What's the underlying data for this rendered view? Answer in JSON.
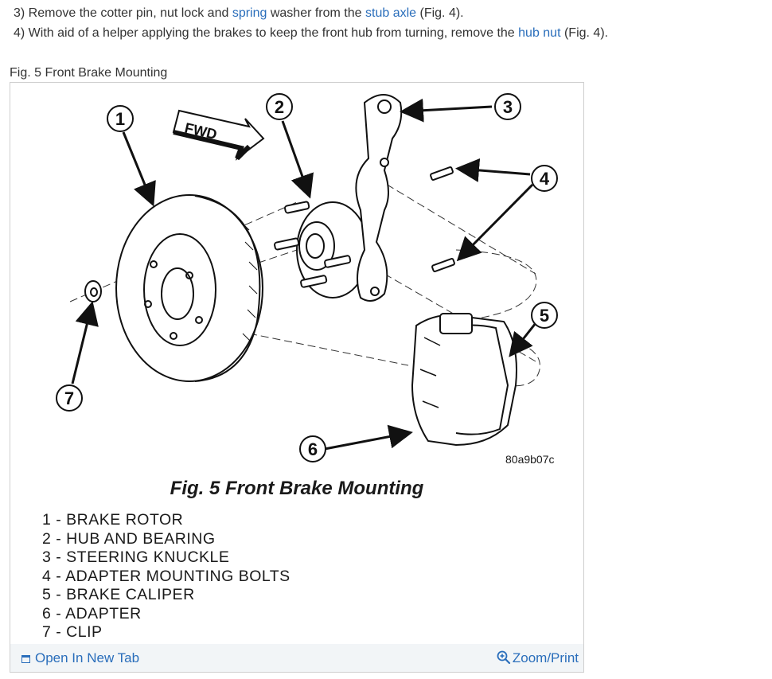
{
  "steps": {
    "step3": {
      "pre": "3) Remove the cotter pin, nut lock and ",
      "link1": "spring",
      "mid": " washer from the ",
      "link2": "stub axle",
      "post": " (Fig. 4)."
    },
    "step4": {
      "pre": "4) With aid of a helper applying the brakes to keep the front hub from turning, remove the ",
      "link1": "hub nut",
      "post": " (Fig. 4)."
    }
  },
  "figure": {
    "caption": "Fig. 5 Front Brake Mounting",
    "title": "Fig. 5 Front Brake Mounting",
    "code": "80a9b07c",
    "fwd_label": "FWD",
    "callouts": [
      "1",
      "2",
      "3",
      "4",
      "5",
      "6",
      "7"
    ],
    "legend": [
      "1 - BRAKE ROTOR",
      "2 - HUB AND BEARING",
      "3 - STEERING KNUCKLE",
      "4 - ADAPTER MOUNTING BOLTS",
      "5 - BRAKE CALIPER",
      "6 - ADAPTER",
      "7 - CLIP"
    ]
  },
  "footer": {
    "open_tab": "Open In New Tab",
    "zoom_print": "Zoom/Print"
  },
  "colors": {
    "link": "#2a6ebb",
    "footer_bg": "#f2f5f7"
  },
  "icons": {
    "open_tab": "open-new-tab-icon",
    "zoom": "zoom-in-icon"
  }
}
